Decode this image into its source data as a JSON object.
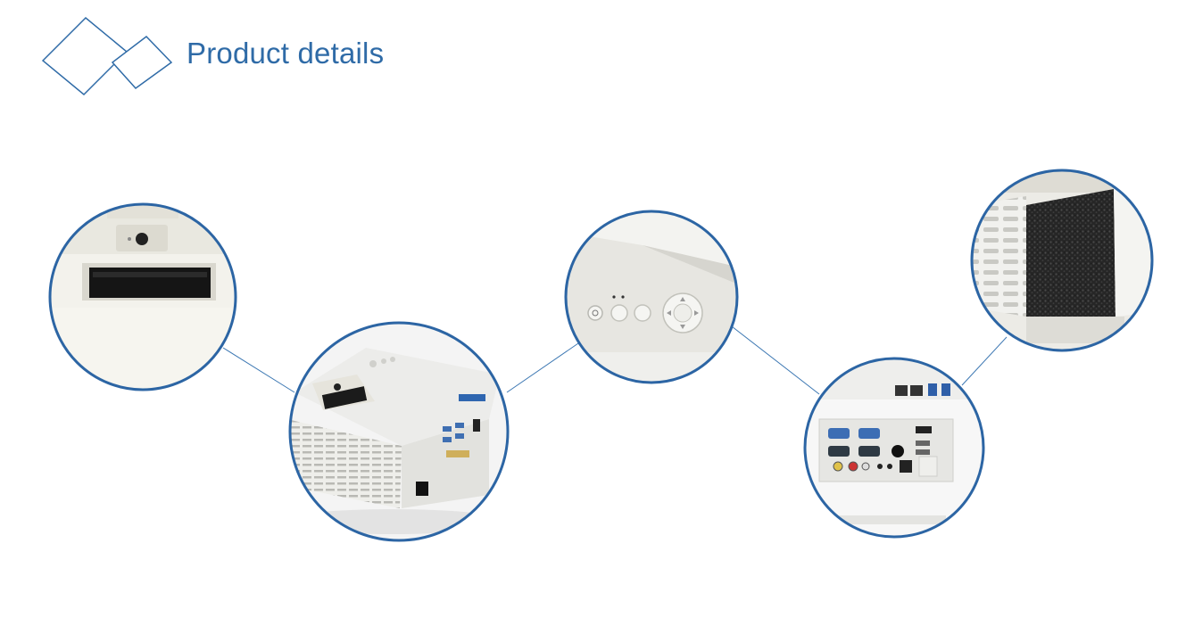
{
  "header": {
    "title": "Product details",
    "logo_icon": "double-diamond-outline-icon"
  },
  "colors": {
    "accent": "#2f6ba7",
    "circle_border": "#2c65a4",
    "connector_line": "#3d78b3",
    "device_body": "#eeeeea",
    "device_shadow": "#c9c9c4",
    "port_blue": "#3f6fb2"
  },
  "detail_views": [
    {
      "name": "lens-closeup"
    },
    {
      "name": "projector-overview"
    },
    {
      "name": "control-panel-closeup"
    },
    {
      "name": "rear-io-ports-closeup"
    },
    {
      "name": "air-filter-closeup"
    }
  ]
}
